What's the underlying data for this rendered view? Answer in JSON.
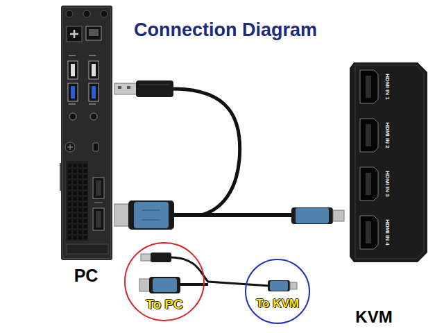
{
  "diagram": {
    "title": "Connection Diagram",
    "nodes": [
      {
        "text": [
          "PC"
        ]
      },
      {
        "text": [
          "KVM"
        ]
      },
      {
        "text": [
          "To PC"
        ]
      },
      {
        "text": [
          "To KVM"
        ]
      }
    ],
    "labels": [
      "HDMI IN 1",
      "HDMI IN 2",
      "HDMI IN 3",
      "HDMI IN 4"
    ]
  }
}
